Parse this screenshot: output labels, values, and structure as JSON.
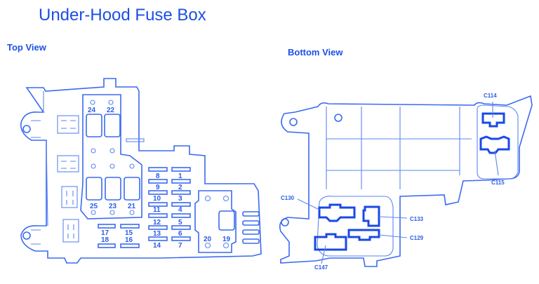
{
  "title": "Under-Hood Fuse Box",
  "top_view": {
    "label": "Top View",
    "relays": [
      "24",
      "22",
      "25",
      "23",
      "21"
    ],
    "fuses_left_column": [
      "8",
      "9",
      "10",
      "11",
      "12",
      "13",
      "14"
    ],
    "fuses_right_column": [
      "1",
      "2",
      "3",
      "4",
      "5",
      "6",
      "7"
    ],
    "fuses_lower": [
      "17",
      "18",
      "15",
      "16"
    ],
    "fuses_block": [
      "20",
      "19"
    ]
  },
  "bottom_view": {
    "label": "Bottom View",
    "connectors": [
      "C114",
      "C115",
      "C130",
      "C133",
      "C129",
      "C147"
    ]
  },
  "colors": {
    "line": "#3a6af0",
    "text": "#1d4fe6",
    "background": "#ffffff"
  }
}
